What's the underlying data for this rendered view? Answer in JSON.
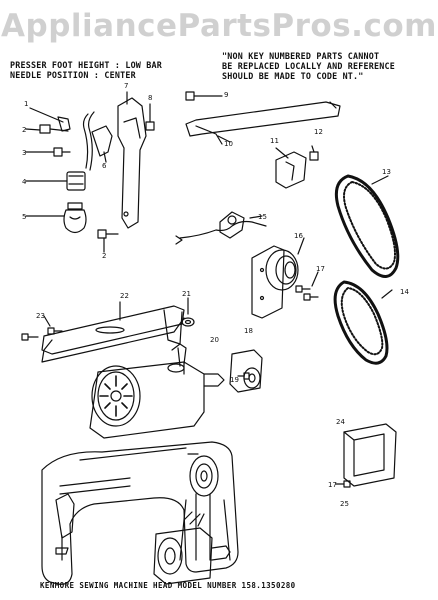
{
  "watermark": "AppliancePartsPros.com",
  "header": {
    "left_line1": "PRESSER FOOT HEIGHT : LOW BAR",
    "left_line2": "NEEDLE POSITION : CENTER",
    "right_line1": "\"NON KEY NUMBERED PARTS CANNOT",
    "right_line2": "BE REPLACED LOCALLY AND REFERENCE",
    "right_line3": "SHOULD BE MADE TO CODE NT.\""
  },
  "callouts": [
    "1",
    "2",
    "3",
    "4",
    "5",
    "6",
    "7",
    "8",
    "9",
    "10",
    "11",
    "12",
    "13",
    "14",
    "15",
    "16",
    "17",
    "18",
    "19",
    "20",
    "21",
    "22",
    "23",
    "24",
    "25",
    "2",
    "17"
  ],
  "footer": "KENMORE SEWING MACHINE HEAD MODEL NUMBER 158.1350280"
}
